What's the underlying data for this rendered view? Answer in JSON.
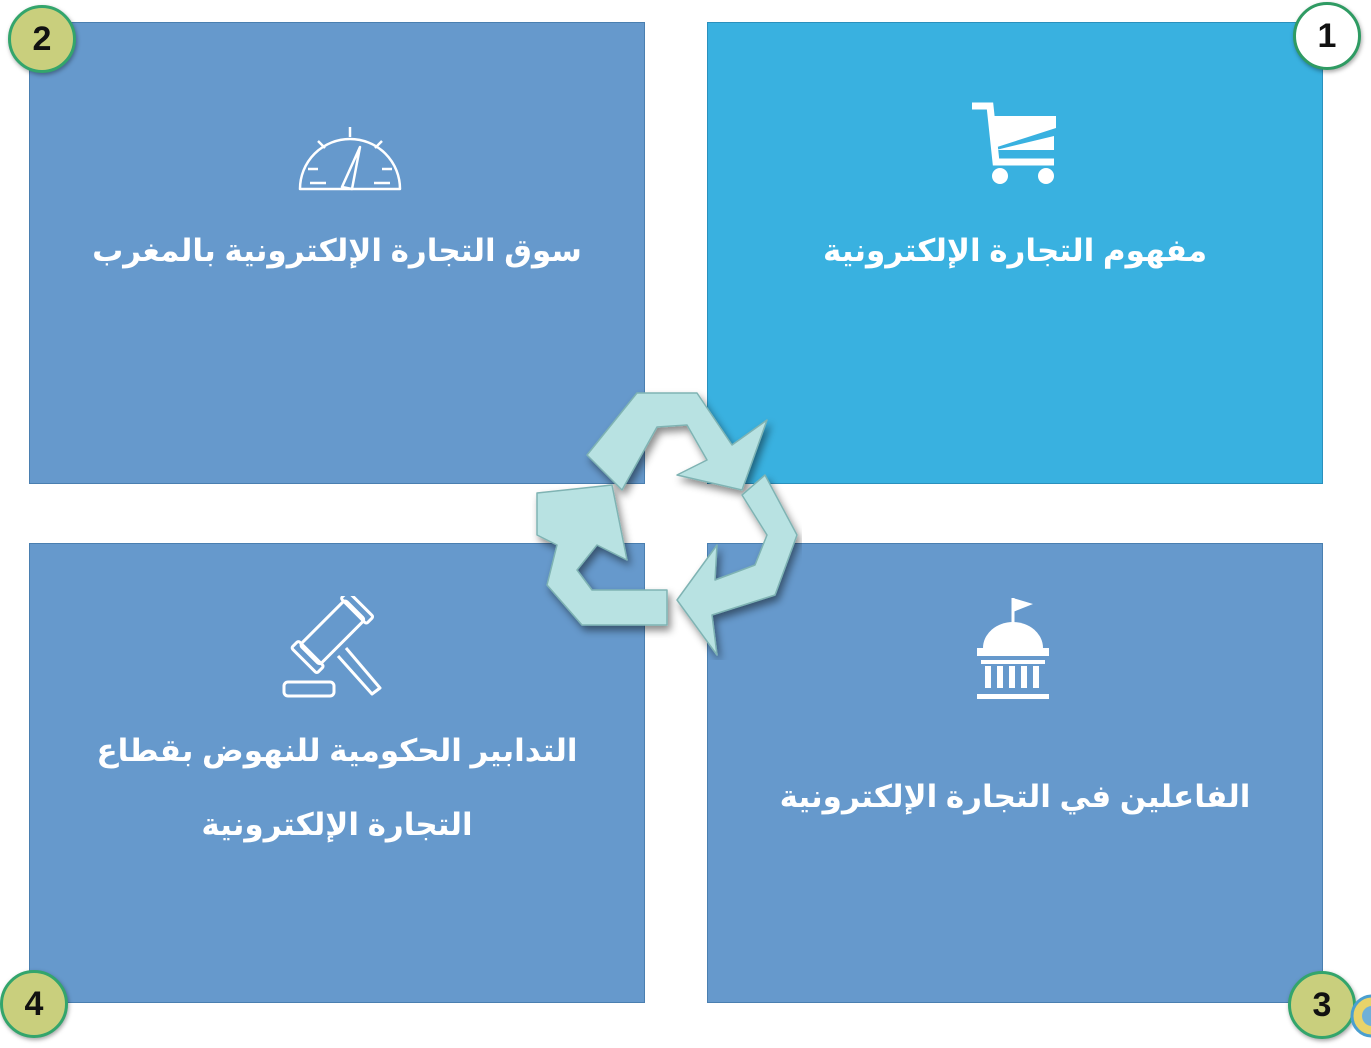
{
  "panels": [
    {
      "number": "1",
      "title": "مفهوم التجارة الإلكترونية",
      "icon": "shopping-cart-icon",
      "color": "#39b1e0"
    },
    {
      "number": "2",
      "title": "سوق التجارة الإلكترونية بالمغرب",
      "icon": "speedometer-icon",
      "color": "#6699cc"
    },
    {
      "number": "3",
      "title": "الفاعلين في التجارة الإلكترونية",
      "icon": "government-building-icon",
      "color": "#6699cc"
    },
    {
      "number": "4",
      "title_line1": "التدابير الحكومية للنهوض بقطاع",
      "title_line2": "التجارة الإلكترونية",
      "icon": "gavel-icon",
      "color": "#6699cc"
    }
  ],
  "center_icon": "recycle-icon",
  "badge_color": "#c9cf7d",
  "badge_border_color": "#33a56c"
}
